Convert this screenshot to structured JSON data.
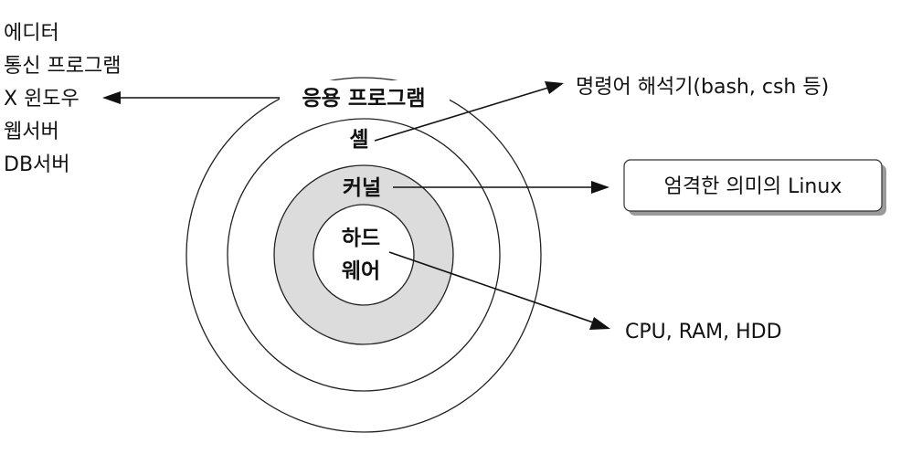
{
  "layers": {
    "application": "응용 프로그램",
    "shell": "셸",
    "kernel": "커널",
    "hardware_line1": "하드",
    "hardware_line2": "웨어"
  },
  "app_examples": [
    "에디터",
    "통신 프로그램",
    "X 윈도우",
    "웹서버",
    "DB서버"
  ],
  "callouts": {
    "shell": "명령어 해석기(bash, csh 등)",
    "kernel": "엄격한 의미의 Linux",
    "hardware": "CPU, RAM, HDD"
  },
  "colors": {
    "kernel_ring_fill": "#dcdcdc",
    "line": "#111111"
  }
}
